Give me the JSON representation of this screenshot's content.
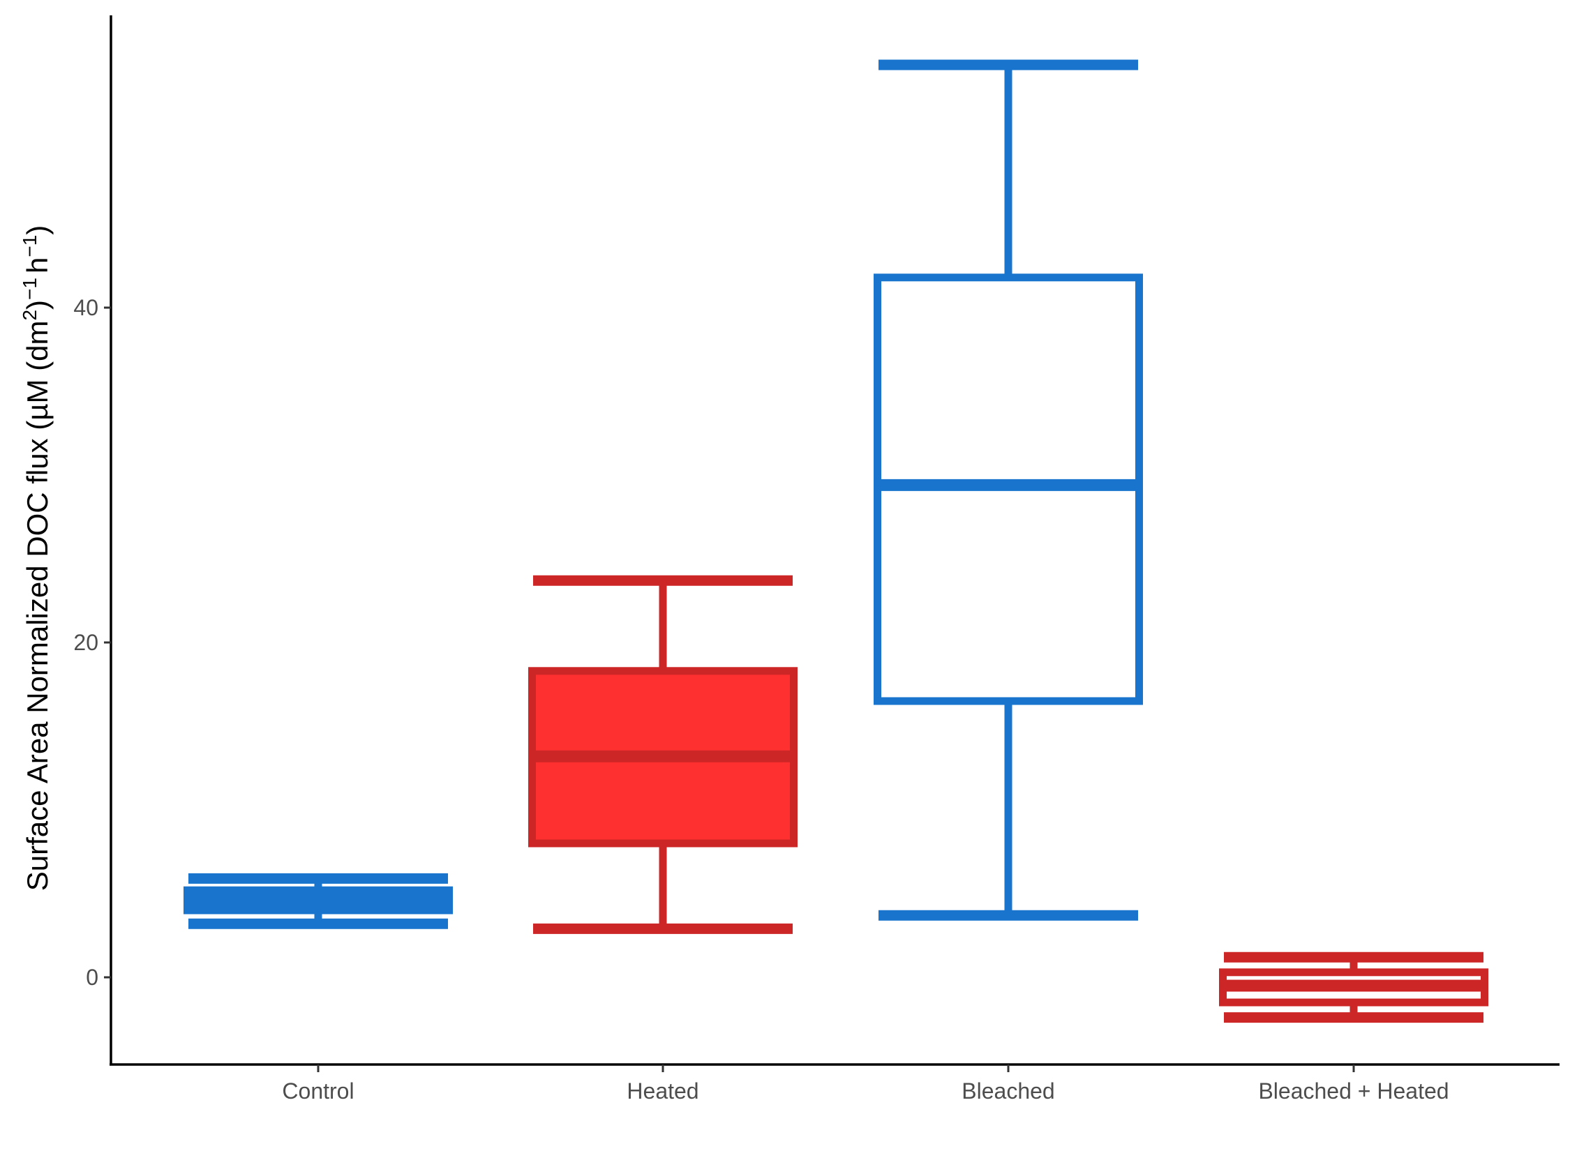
{
  "chart_data": {
    "type": "boxplot",
    "title": "",
    "xlabel": "",
    "ylabel": {
      "parts": [
        "Surface Area Normalized DOC flux (µM (dm",
        "2",
        ")",
        "−1",
        "h",
        "−1",
        ")"
      ]
    },
    "ylim": [
      -5,
      57.5
    ],
    "yticks": [
      0,
      20,
      40
    ],
    "grid": false,
    "legend": "none",
    "categories": [
      "Control",
      "Heated",
      "Bleached",
      "Bleached + Heated"
    ],
    "boxes": [
      {
        "category": "Control",
        "min": 3.2,
        "q1": 4.0,
        "median": 4.6,
        "q3": 5.2,
        "max": 5.9,
        "stroke": "#1874CD",
        "fill": "#1874CD"
      },
      {
        "category": "Heated",
        "min": 2.9,
        "q1": 8.0,
        "median": 13.2,
        "q3": 18.3,
        "max": 23.7,
        "stroke": "#CD2626",
        "fill": "#FF3030"
      },
      {
        "category": "Bleached",
        "min": 3.7,
        "q1": 16.5,
        "median": 29.4,
        "q3": 41.8,
        "max": 54.5,
        "stroke": "#1874CD",
        "fill": "#FFFFFF"
      },
      {
        "category": "Bleached + Heated",
        "min": -2.4,
        "q1": -1.5,
        "median": -0.5,
        "q3": 0.3,
        "max": 1.2,
        "stroke": "#CD2626",
        "fill": "#FFFFFF"
      }
    ],
    "colors": {
      "blue": "#1874CD",
      "red": "#CD2626",
      "red_fill": "#FF3030",
      "axis": "#000000",
      "tick_text": "#4d4d4d"
    }
  }
}
